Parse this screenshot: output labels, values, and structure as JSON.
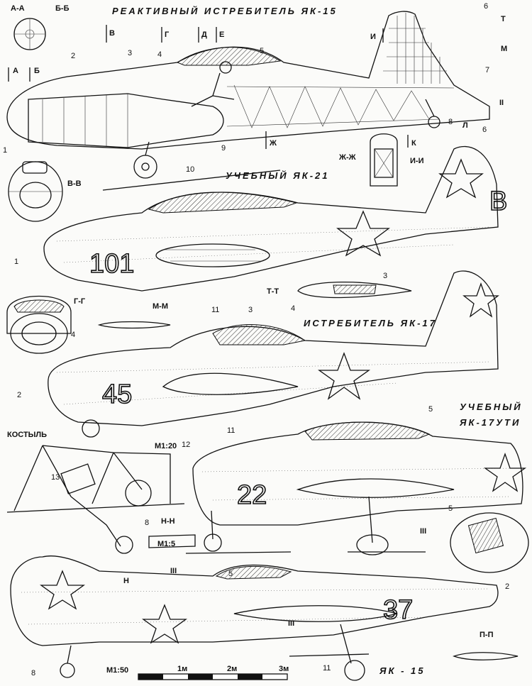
{
  "titles": {
    "main": "РЕАКТИВНЫЙ ИСТРЕБИТЕЛЬ ЯК-15",
    "yak21": "УЧЕБНЫЙ ЯК-21",
    "yak17": "ИСТРЕБИТЕЛЬ ЯК-17",
    "utiLine1": "УЧЕБНЫЙ",
    "utiLine2": "ЯК-17УТИ",
    "bottom": "ЯК - 15"
  },
  "sections": {
    "aa": "А-А",
    "bb": "Б-Б",
    "vv": "В-В",
    "gg": "Г-Г",
    "mm": "М-М",
    "zhzh": "Ж-Ж",
    "ii": "И-И",
    "tt": "Т-Т",
    "nn": "Н-Н",
    "pp": "П-П",
    "kostyl": "КОСТЫЛЬ",
    "a": "А",
    "b": "Б",
    "v": "В",
    "g": "Г",
    "d": "Д",
    "e": "Е",
    "i": "И",
    "t": "Т",
    "m": "М",
    "l": "Л",
    "zh": "Ж",
    "k": "К",
    "n": "Н",
    "III": "III",
    "III2": "III",
    "III3": "III",
    "II": "II"
  },
  "tail_codes": {
    "yak21_num": "101",
    "yak21_letter": "В",
    "yak17_num": "45",
    "uti_num": "22",
    "yak15_num": "37"
  },
  "scales": {
    "m120": "М1:20",
    "m15": "М1:5",
    "m150": "М1:50",
    "s1": "1м",
    "s2": "2м",
    "s3": "3м"
  },
  "callouts": [
    "1",
    "2",
    "3",
    "4",
    "5",
    "6",
    "7",
    "8",
    "9",
    "10",
    "11",
    "12",
    "13"
  ]
}
